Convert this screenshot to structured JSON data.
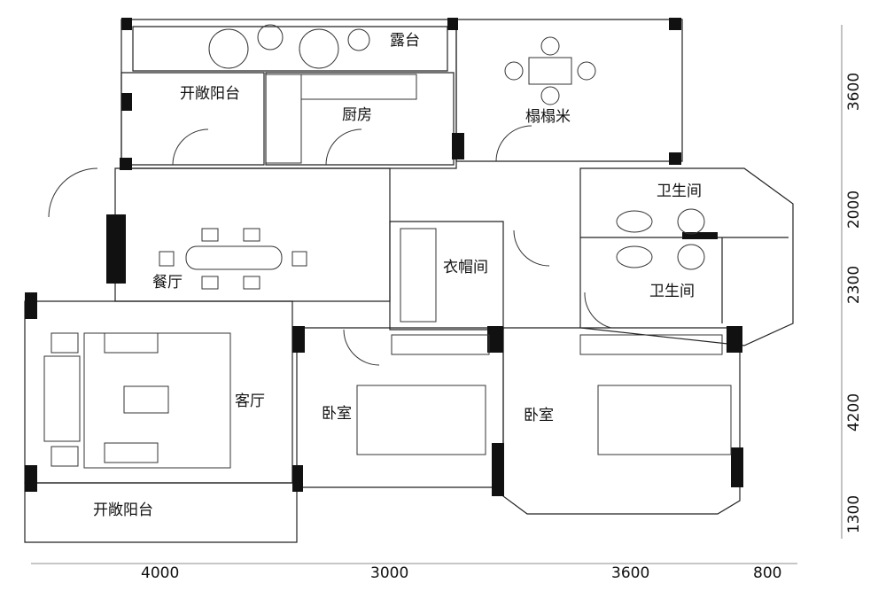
{
  "rooms": {
    "terrace": "露台",
    "balcony_top": "开敞阳台",
    "kitchen": "厨房",
    "tatami": "榻榻米",
    "bathroom_1": "卫生间",
    "bathroom_2": "卫生间",
    "wardrobe": "衣帽间",
    "dining": "餐厅",
    "living": "客厅",
    "bedroom_1": "卧室",
    "bedroom_2": "卧室",
    "balcony_bottom": "开敞阳台"
  },
  "dimensions": {
    "bottom": [
      "4000",
      "3000",
      "3600",
      "800"
    ],
    "right": [
      "3600",
      "2000",
      "2300",
      "4200",
      "1300"
    ]
  }
}
